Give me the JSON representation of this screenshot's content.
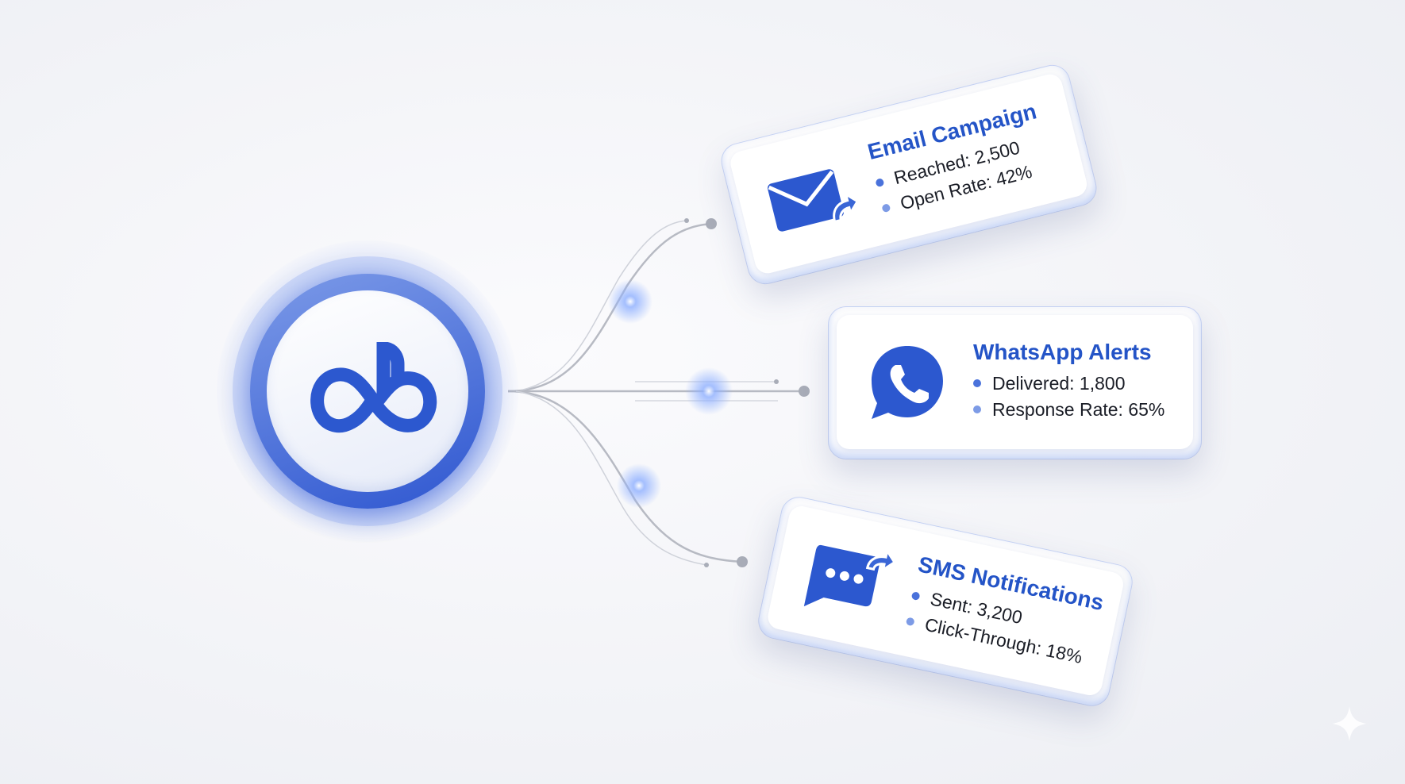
{
  "hub": {
    "logo_icon": "ab-infinity-logo-icon"
  },
  "colors": {
    "accent": "#2454c7",
    "bullet": "#4a72db",
    "connector": "#b7bac3"
  },
  "channels": [
    {
      "title": "Email Campaign",
      "icon": "envelope-forward-icon",
      "stats": [
        {
          "label": "Reached: 2,500"
        },
        {
          "label": "Open Rate: 42%"
        }
      ]
    },
    {
      "title": "WhatsApp Alerts",
      "icon": "whatsapp-phone-icon",
      "stats": [
        {
          "label": "Delivered: 1,800"
        },
        {
          "label": "Response Rate: 65%"
        }
      ]
    },
    {
      "title": "SMS Notifications",
      "icon": "chat-bubble-forward-icon",
      "stats": [
        {
          "label": "Sent: 3,200"
        },
        {
          "label": "Click-Through: 18%"
        }
      ]
    }
  ]
}
